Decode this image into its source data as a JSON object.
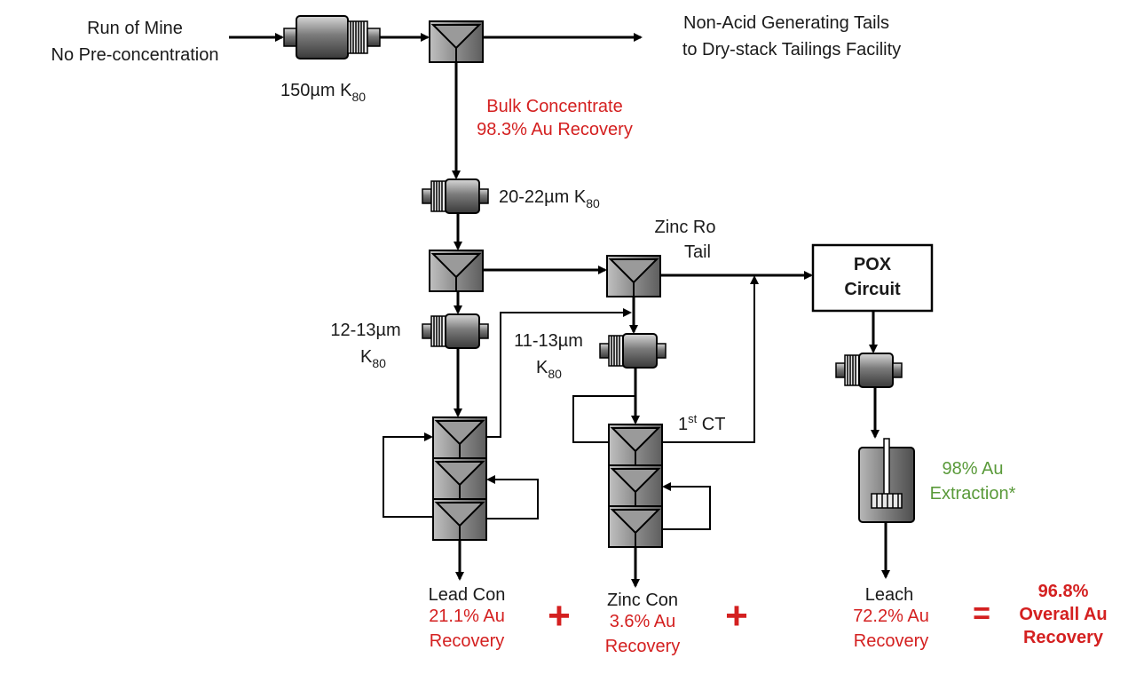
{
  "feed": {
    "line1": "Run of Mine",
    "line2": "No Pre-concentration"
  },
  "primary_grind": {
    "size": "150µm K",
    "sub": "80"
  },
  "tails": {
    "line1": "Non-Acid Generating Tails",
    "line2": "to Dry-stack Tailings Facility"
  },
  "bulk_concentrate": {
    "line1": "Bulk Concentrate",
    "line2": "98.3% Au Recovery"
  },
  "regrind": {
    "size": "20-22µm K",
    "sub": "80"
  },
  "zinc_ro_tail": {
    "line1": "Zinc Ro",
    "line2": "Tail"
  },
  "pox": {
    "line1": "POX",
    "line2": "Circuit"
  },
  "lead_regrind": {
    "line1": "12-13µm",
    "line2": "K",
    "sub": "80"
  },
  "zinc_regrind": {
    "line1": "11-13µm",
    "line2": "K",
    "sub": "80"
  },
  "first_ct": {
    "text": "1",
    "sup": "st",
    "rest": " CT"
  },
  "extraction": {
    "line1": "98% Au",
    "line2": "Extraction*"
  },
  "lead_con": {
    "title": "Lead Con",
    "line1": "21.1% Au",
    "line2": "Recovery"
  },
  "zinc_con": {
    "title": "Zinc Con",
    "line1": "3.6% Au",
    "line2": "Recovery"
  },
  "leach": {
    "title": "Leach",
    "line1": "72.2% Au",
    "line2": "Recovery"
  },
  "overall": {
    "line1": "96.8%",
    "line2": "Overall Au",
    "line3": "Recovery"
  },
  "operators": {
    "plus": "+",
    "equals": "="
  },
  "colors": {
    "recovery_red": "#d42020",
    "extraction_green": "#5a9a3a",
    "equipment_gray": "#8a8a8a"
  },
  "icons": [
    "grinding-mill-icon",
    "flotation-cell-icon",
    "leach-tank-icon"
  ]
}
